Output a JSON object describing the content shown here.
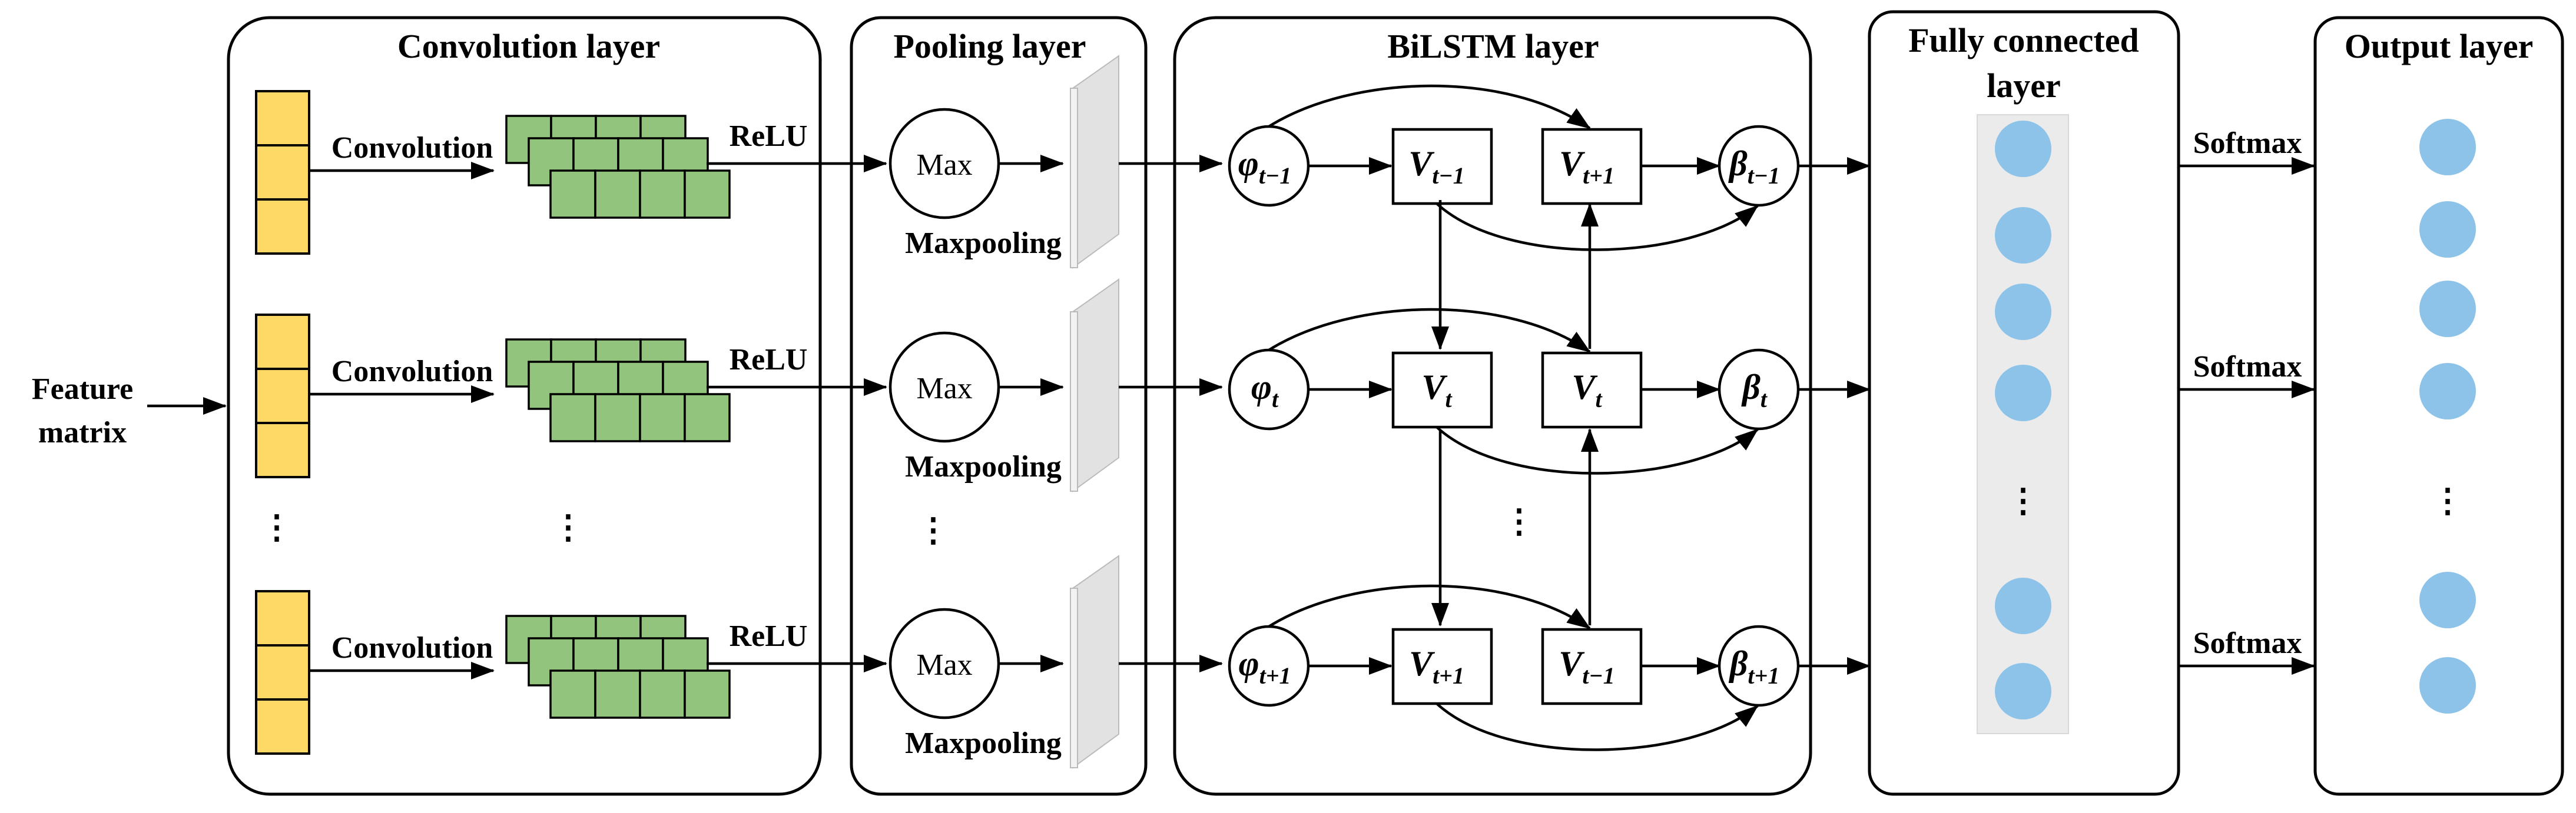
{
  "input_label_line1": "Feature",
  "input_label_line2": "matrix",
  "panels": {
    "convolution": "Convolution layer",
    "pooling": "Pooling layer",
    "bilstm": "BiLSTM layer",
    "fully_connected_line1": "Fully connected",
    "fully_connected_line2": "layer",
    "output": "Output layer"
  },
  "labels": {
    "convolution": "Convolution",
    "relu": "ReLU",
    "max": "Max",
    "maxpooling": "Maxpooling",
    "softmax": "Softmax",
    "ellipsis": "⋮"
  },
  "symbols": {
    "phi": "φ",
    "beta": "β",
    "v": "V",
    "sub_t_minus": "t−1",
    "sub_t": "t",
    "sub_t_plus": "t+1"
  },
  "colors": {
    "input_cell": "#ffd966",
    "feature_map": "#93c47d",
    "neuron": "#8dc3e8",
    "fc_background": "#ebebeb"
  }
}
